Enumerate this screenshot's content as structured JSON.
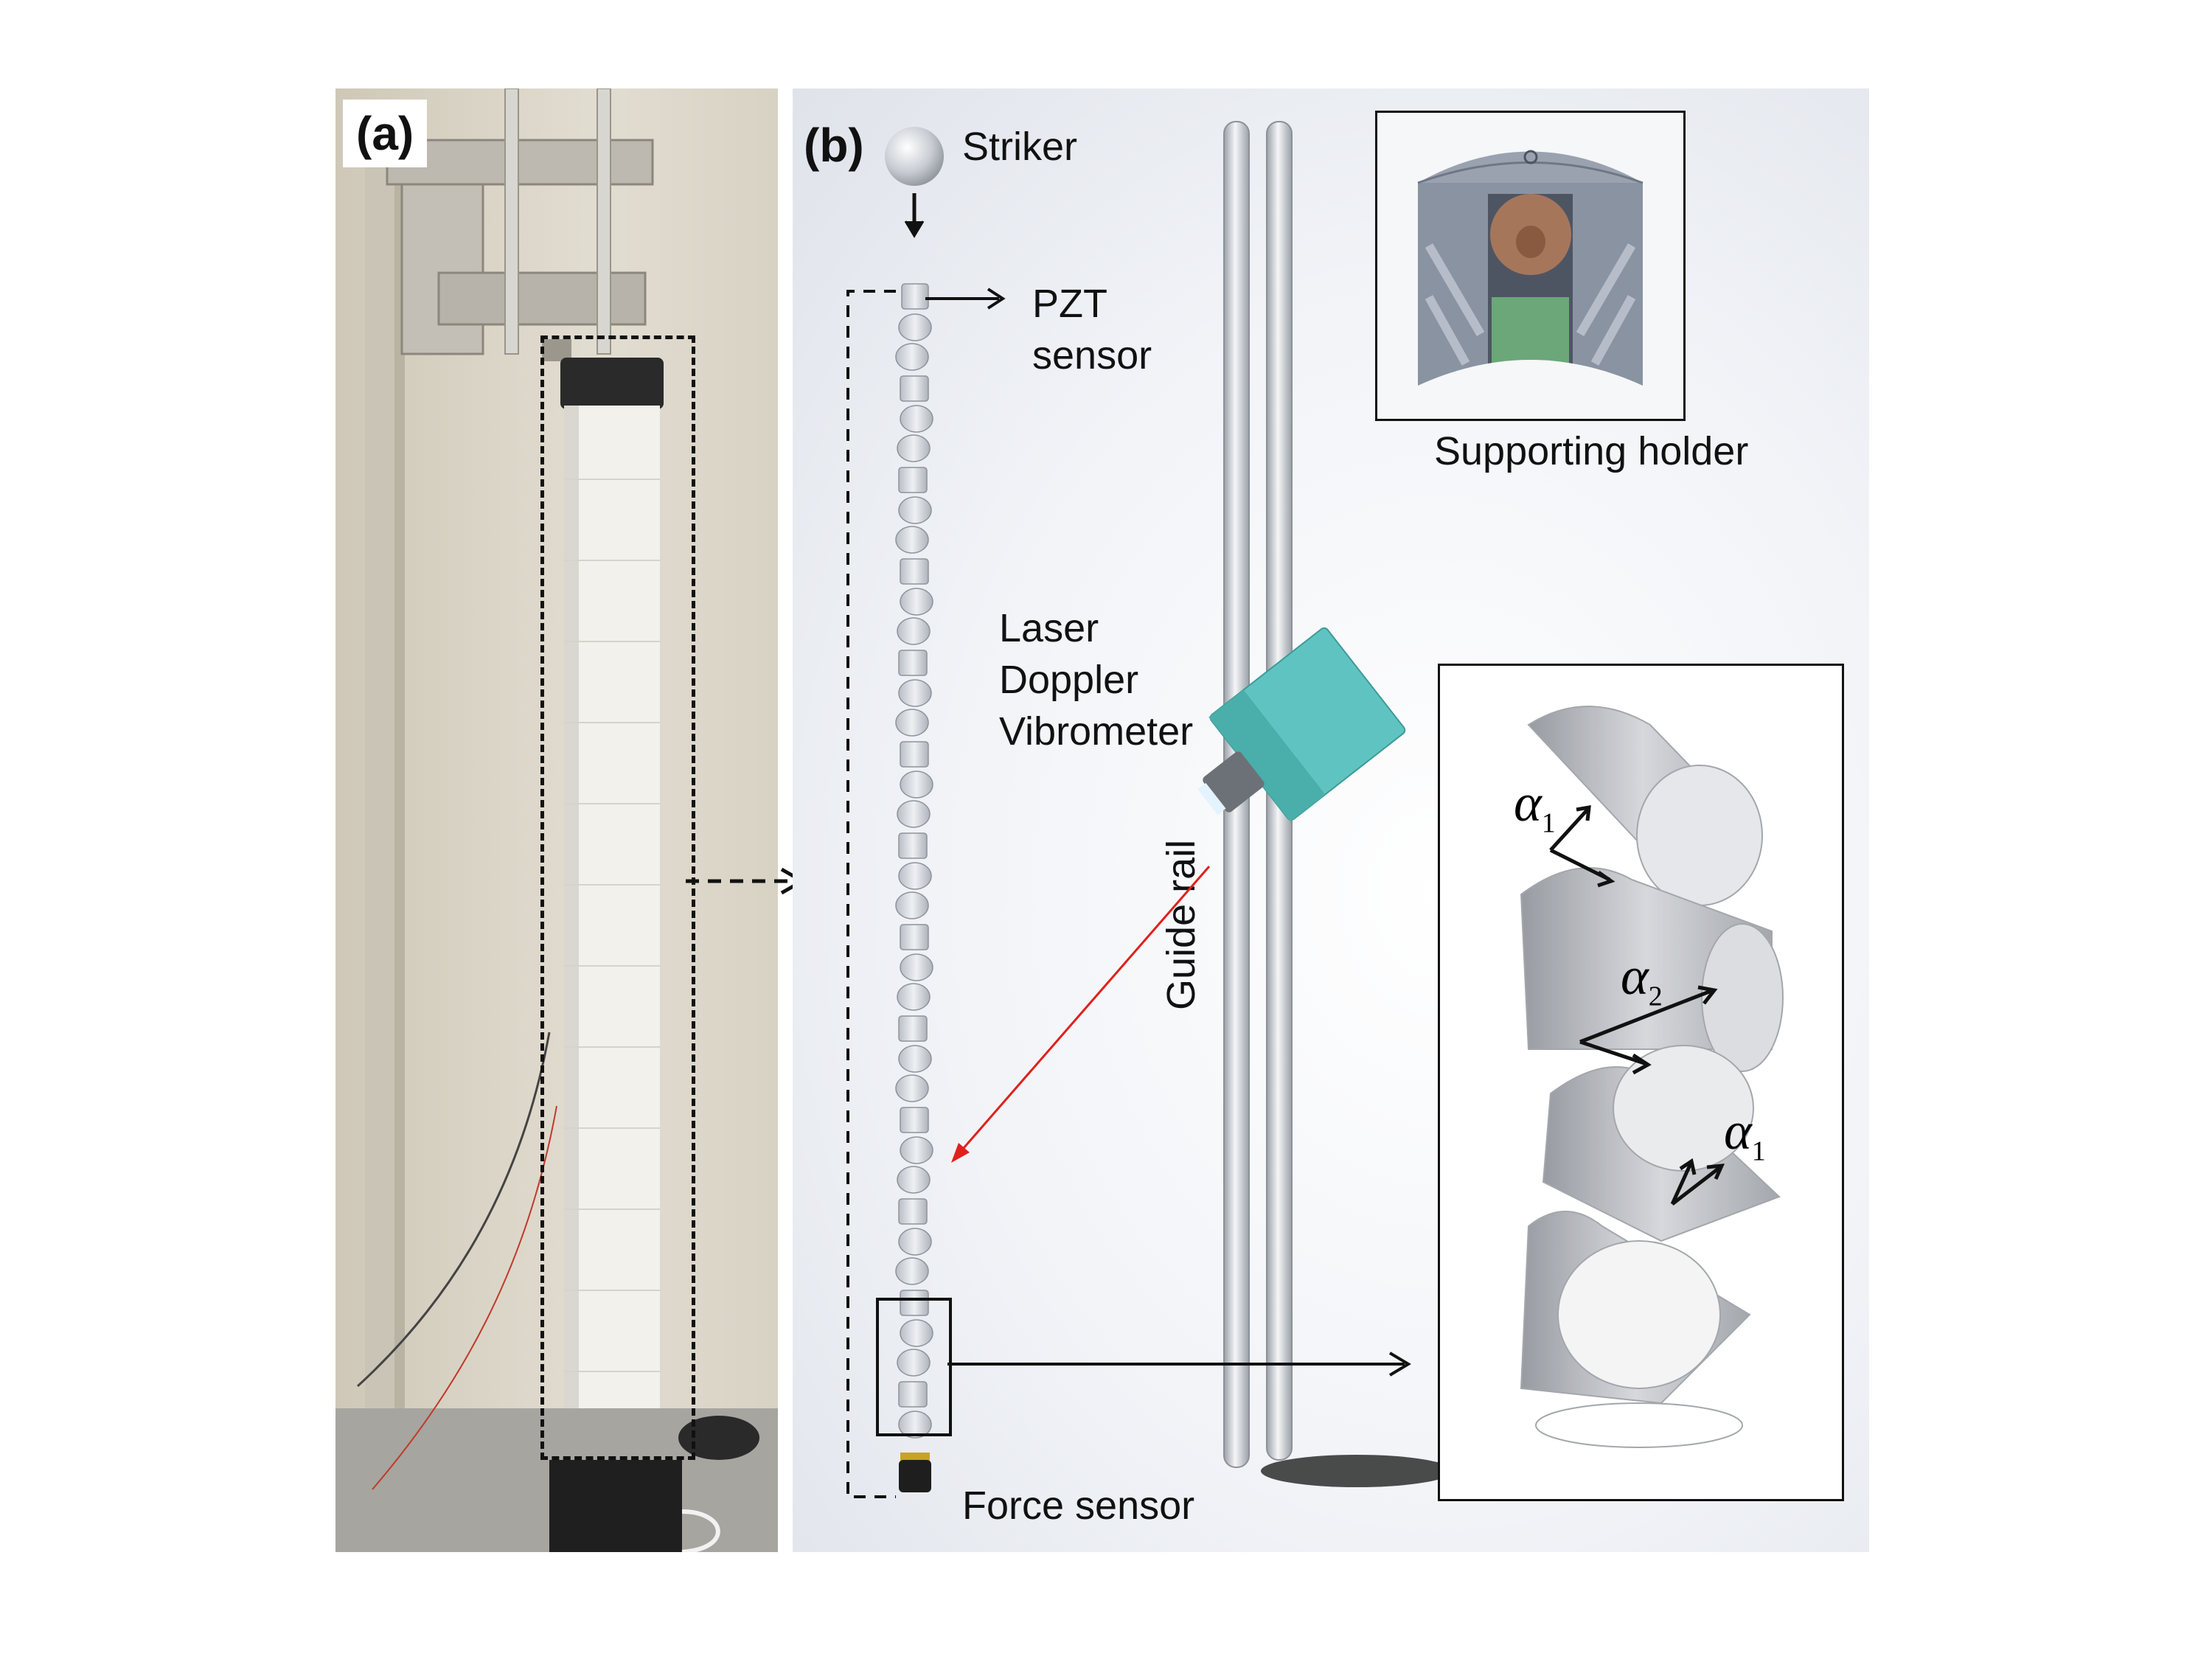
{
  "panel_a": {
    "label": "(a)"
  },
  "panel_b": {
    "label": "(b)",
    "labels": {
      "striker": "Striker",
      "pzt_line1": "PZT",
      "pzt_line2": "sensor",
      "laser_line1": "Laser",
      "laser_line2": "Doppler",
      "laser_line3": "Vibrometer",
      "guide_rail": "Guide rail",
      "supporting_holder": "Supporting holder",
      "force_sensor": "Force sensor"
    },
    "inset_angles": {
      "alpha1_top": "α",
      "alpha1_top_sub": "1",
      "alpha2": "α",
      "alpha2_sub": "2",
      "alpha1_bottom": "α",
      "alpha1_bottom_sub": "1"
    }
  },
  "colors": {
    "laser_beam": "#e0201c",
    "vibrometer": "#5fc4c1",
    "holder_body": "#8a93a2",
    "holder_insert_top": "#b07a5a",
    "holder_insert_bottom": "#6fb07a",
    "photo_column": "#f2f1ec",
    "photo_cap": "#2a2a2a"
  }
}
